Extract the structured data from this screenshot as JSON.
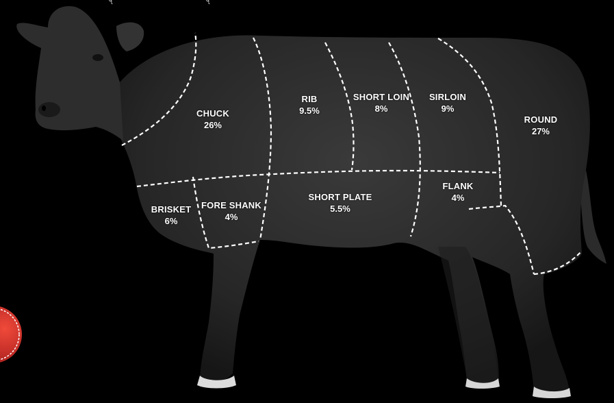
{
  "cuts": [
    {
      "id": "chuck",
      "name": "CHUCK",
      "percent": "26%"
    },
    {
      "id": "rib",
      "name": "RIB",
      "percent": "9.5%"
    },
    {
      "id": "short-loin",
      "name": "SHORT LOIN",
      "percent": "8%"
    },
    {
      "id": "sirloin",
      "name": "SIRLOIN",
      "percent": "9%"
    },
    {
      "id": "round",
      "name": "ROUND",
      "percent": "27%"
    },
    {
      "id": "brisket",
      "name": "BRISKET",
      "percent": "6%"
    },
    {
      "id": "fore-shank",
      "name": "FORE SHANK",
      "percent": "4%"
    },
    {
      "id": "short-plate",
      "name": "SHORT PLATE",
      "percent": "5.5%"
    },
    {
      "id": "flank",
      "name": "FLANK",
      "percent": "4%"
    }
  ],
  "colors": {
    "background": "#000000",
    "cow": "#2a2a2a",
    "cut_line": "#ffffff",
    "label": "#ffffff",
    "badge": "#d42a2a"
  }
}
